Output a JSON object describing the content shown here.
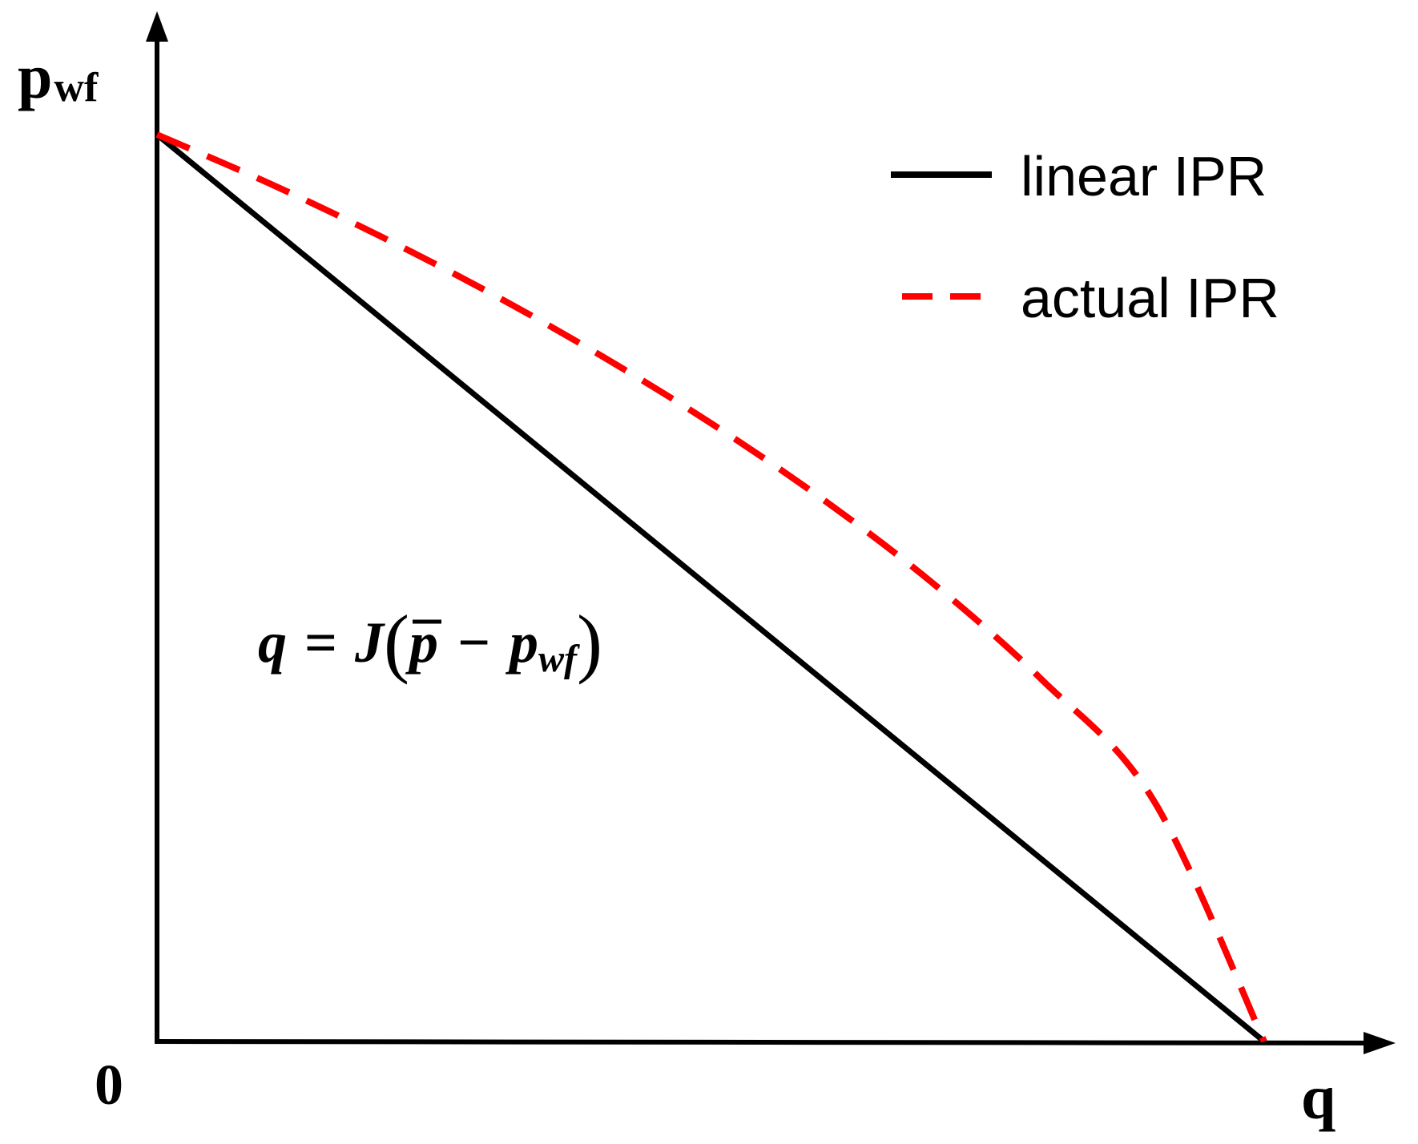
{
  "chart_data": {
    "type": "line",
    "xlabel": "q",
    "ylabel": "p",
    "ylabel_subscript": "wf",
    "origin_label": "0",
    "xlim": [
      0,
      1
    ],
    "ylim": [
      0,
      1.13
    ],
    "grid": false,
    "legend_position": "top-right",
    "series": [
      {
        "name": "linear IPR",
        "color": "#000000",
        "style": "solid",
        "x": [
          0,
          1
        ],
        "y": [
          1,
          0
        ]
      },
      {
        "name": "actual IPR",
        "color": "#ff0000",
        "style": "dashed",
        "x": [
          0,
          0.1,
          0.2,
          0.3,
          0.4,
          0.5,
          0.6,
          0.7,
          0.8,
          0.9,
          1.0
        ],
        "y": [
          1,
          0.947,
          0.889,
          0.826,
          0.757,
          0.682,
          0.599,
          0.506,
          0.398,
          0.266,
          0
        ]
      }
    ],
    "annotation": {
      "lhs": "q",
      "equals": "=",
      "func": "J",
      "open_paren": "(",
      "pbar": "p",
      "minus": "−",
      "p": "p",
      "sub": "wf",
      "close_paren": ")"
    }
  },
  "colors": {
    "axis": "#000000",
    "linear": "#000000",
    "actual": "#ff0000"
  }
}
